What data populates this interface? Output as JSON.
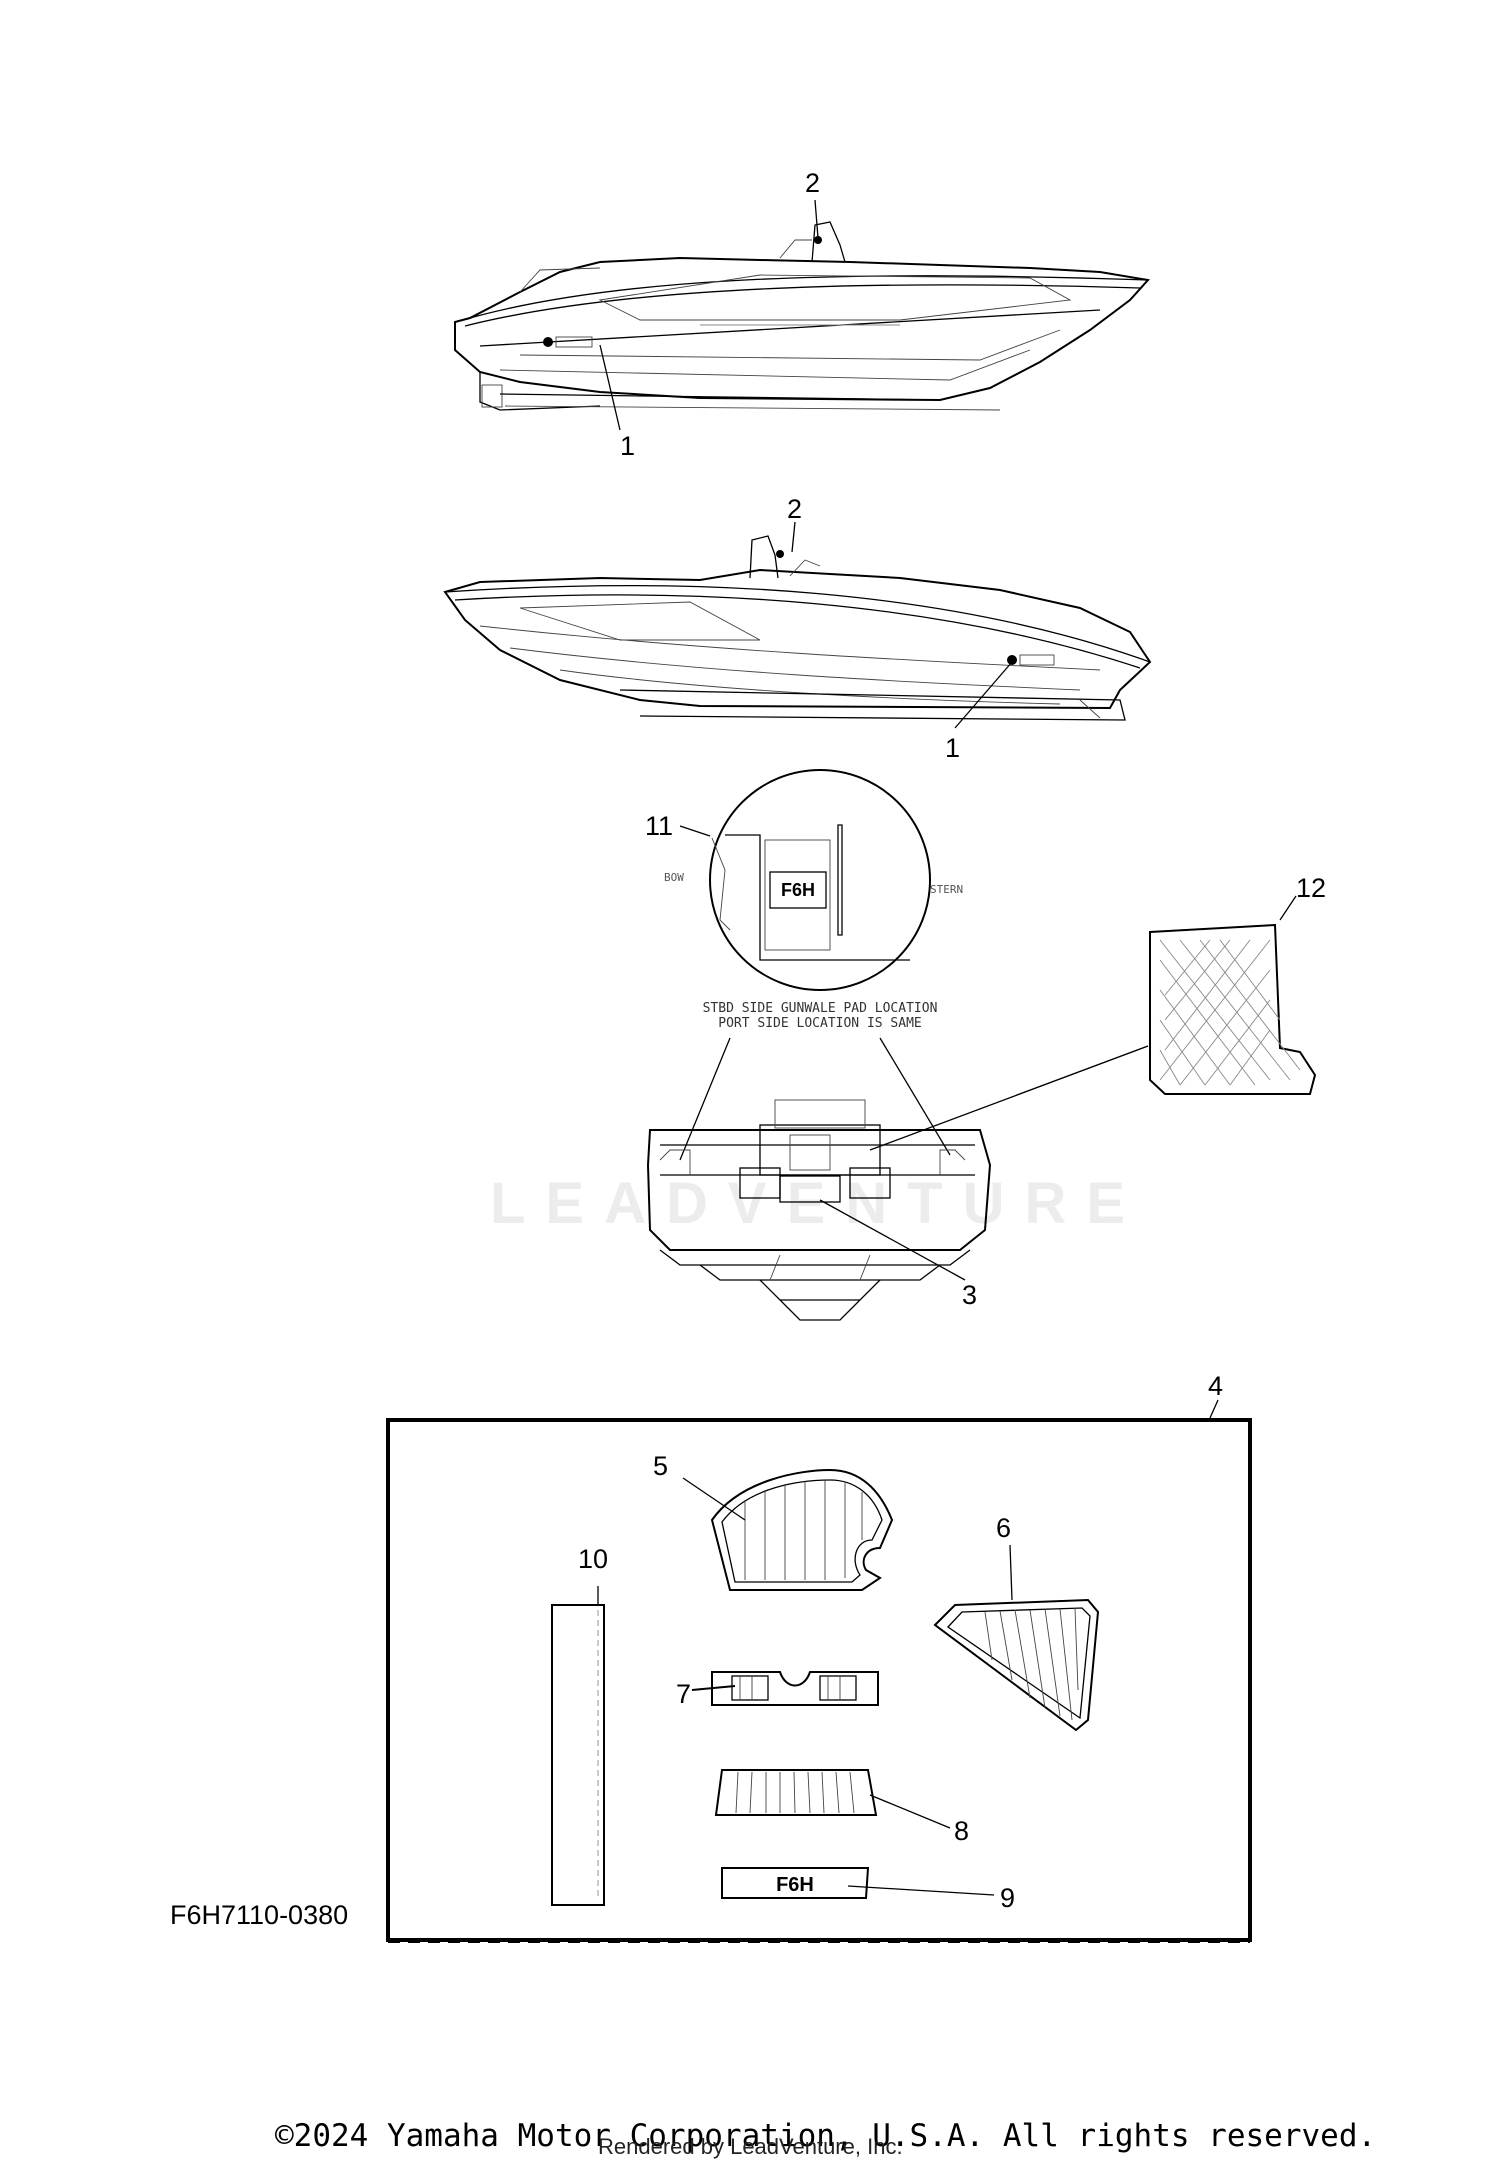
{
  "diagram": {
    "code": "F6H7110-0380",
    "callouts": {
      "c1a": "1",
      "c2a": "2",
      "c1b": "1",
      "c2b": "2",
      "c11": "11",
      "c12": "12",
      "c3": "3",
      "c4": "4",
      "c5": "5",
      "c6": "6",
      "c7": "7",
      "c8": "8",
      "c9": "9",
      "c10": "10"
    },
    "detail_text": {
      "bow": "BOW",
      "stern": "STERN",
      "pad_logo": "F6H",
      "note_line1": "STBD SIDE GUNWALE PAD LOCATION",
      "note_line2": "PORT SIDE LOCATION IS SAME"
    },
    "kit_pad_logo": "F6H"
  },
  "footer": {
    "copyright": "©2024 Yamaha Motor Corporation, U.S.A. All rights reserved.",
    "rendered_by": "Rendered by LeadVenture, Inc."
  },
  "watermark": "LEADVENTURE"
}
